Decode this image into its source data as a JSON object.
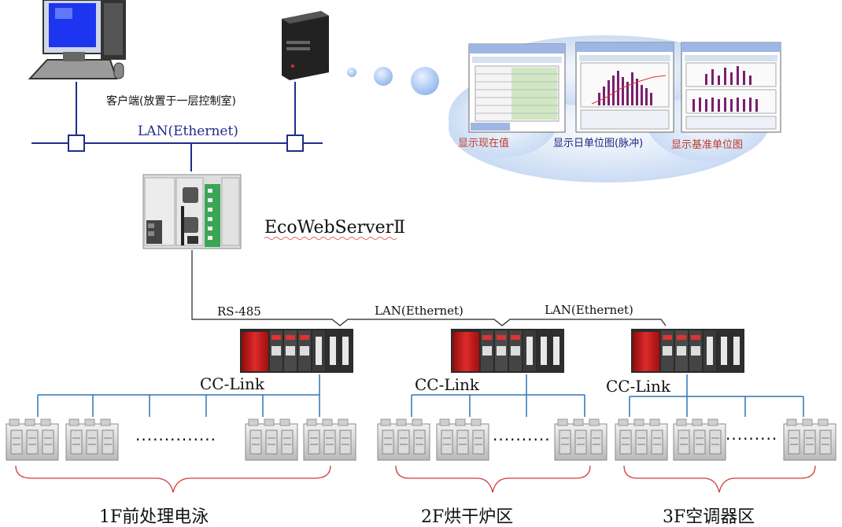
{
  "client": {
    "label": "客户端(放置于一层控制室)"
  },
  "lan_top": {
    "label": "LAN(Ethernet)"
  },
  "server": {
    "label": "EcoWebServerⅡ"
  },
  "screens": [
    {
      "label": "显示现在值",
      "color": "#c0392b"
    },
    {
      "label": "显示日单位图(脉冲)",
      "color": "#1a237e"
    },
    {
      "label": "显示基准单位图",
      "color": "#c0392b"
    }
  ],
  "links": {
    "rs485": "RS-485",
    "lan_1": "LAN(Ethernet)",
    "lan_2": "LAN(Ethernet)"
  },
  "plcs": [
    {
      "bus_label": "CC-Link",
      "area_label": "1F前处理电泳",
      "dots": "··············"
    },
    {
      "bus_label": "CC-Link",
      "area_label": "2F烘干炉区",
      "dots": "··········"
    },
    {
      "bus_label": "CC-Link",
      "area_label": "3F空调器区",
      "dots": "·········"
    }
  ],
  "colors": {
    "bus": "#2e75b6",
    "lan": "#1f2d8a",
    "brace": "#d23c3c",
    "line": "#222222"
  }
}
